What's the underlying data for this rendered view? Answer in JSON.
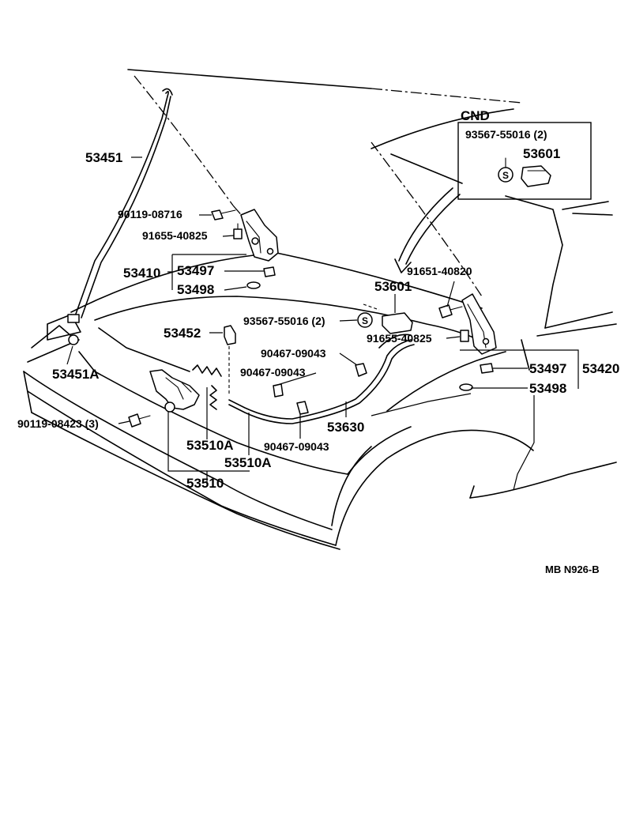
{
  "labels": {
    "p53451": "53451",
    "p90119_08716": "90119-08716",
    "p91655_40825_left": "91655-40825",
    "p53410": "53410",
    "p53497_left": "53497",
    "p53498_left": "53498",
    "p53452": "53452",
    "p53451A": "53451A",
    "p90119_08423": "90119-08423 (3)",
    "p53510A_1": "53510A",
    "p53510A_2": "53510A",
    "p53510": "53510",
    "p93567_55016_mid": "93567-55016 (2)",
    "p53601_mid": "53601",
    "p91651_40820": "91651-40820",
    "p91655_40825_right": "91655-40825",
    "p90467_09043_a": "90467-09043",
    "p90467_09043_b": "90467-09043",
    "p90467_09043_c": "90467-09043",
    "p53630": "53630",
    "p53497_right": "53497",
    "p53420": "53420",
    "p53498_right": "53498",
    "cnd": "CND",
    "p93567_55016_box": "93567-55016 (2)",
    "p53601_box": "53601",
    "s_symbol_mid": "S",
    "s_symbol_box": "S",
    "footer_code": "MB  N926-B"
  }
}
